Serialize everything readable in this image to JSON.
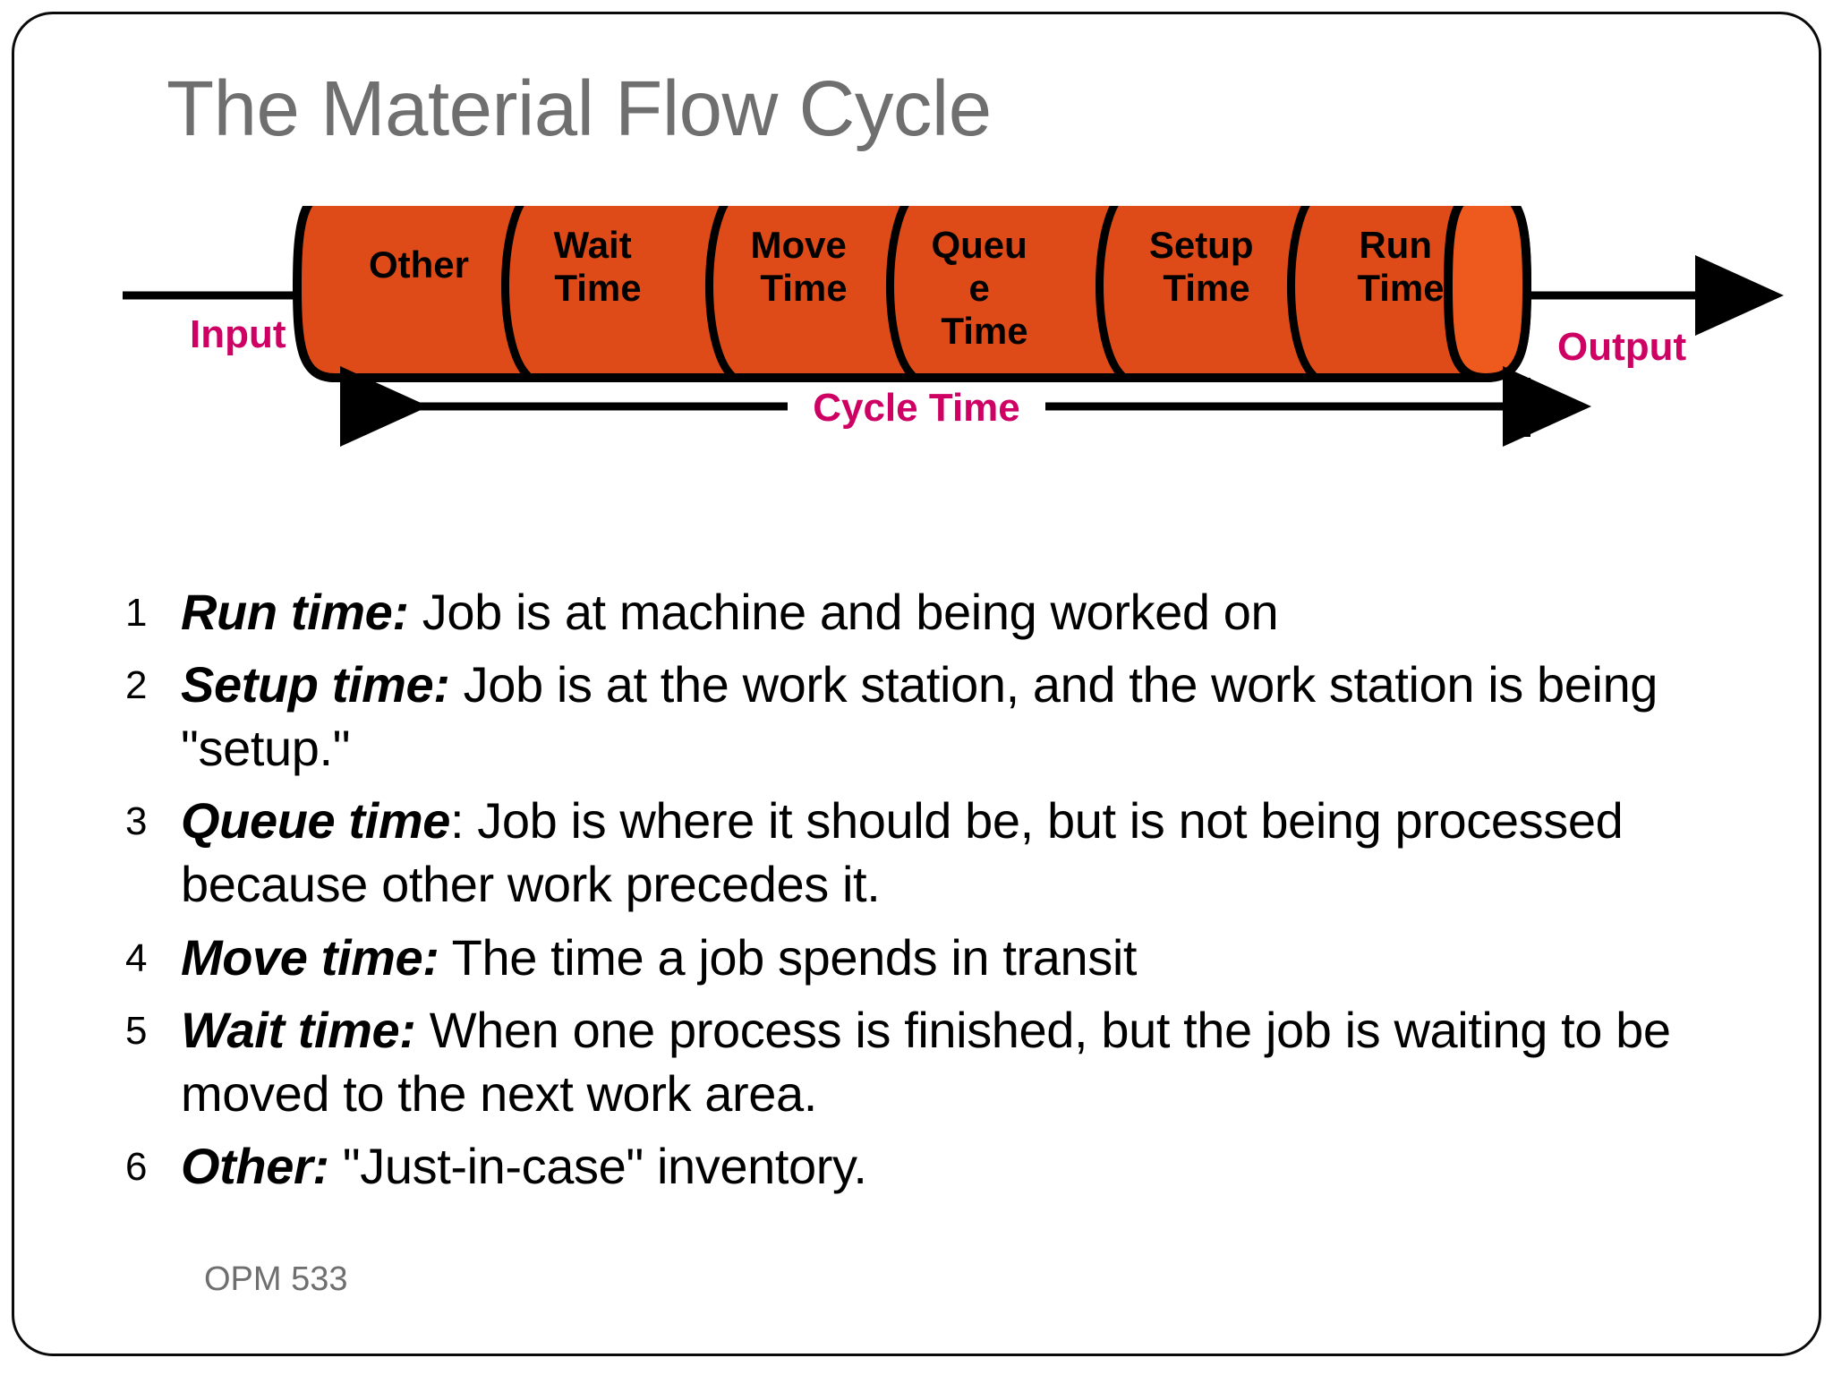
{
  "slide": {
    "title": "The Material Flow Cycle",
    "footer": "OPM 533"
  },
  "colors": {
    "title_gray": "#6f6f6f",
    "cylinder_orange": "#DE4B18",
    "cylinder_cap_orange": "#EE5A1E",
    "outline_black": "#000000",
    "magenta_accent": "#CE0064",
    "footer_gray": "#6f6f6f"
  },
  "diagram": {
    "input_label": "Input",
    "output_label": "Output",
    "cycle_label": "Cycle Time",
    "segments": [
      {
        "id": "other",
        "lines": [
          "Other"
        ]
      },
      {
        "id": "wait",
        "lines": [
          "Wait",
          "Time"
        ]
      },
      {
        "id": "move",
        "lines": [
          "Move",
          "Time"
        ]
      },
      {
        "id": "queue",
        "lines": [
          "Queu",
          "e",
          "Time"
        ]
      },
      {
        "id": "setup",
        "lines": [
          "Setup",
          "Time"
        ]
      },
      {
        "id": "run",
        "lines": [
          "Run",
          "Time"
        ]
      }
    ]
  },
  "list": {
    "items": [
      {
        "number": "1",
        "term": "Run time:",
        "desc": " Job is at machine and being worked on"
      },
      {
        "number": "2",
        "term": "Setup time:",
        "desc": " Job is at the work station, and the work station is being \"setup.\""
      },
      {
        "number": "3",
        "term": "Queue time",
        "desc": ": Job is where it should be, but is not being processed because other work precedes it."
      },
      {
        "number": "4",
        "term": "Move time:",
        "desc": " The time a job spends in transit"
      },
      {
        "number": "5",
        "term": "Wait time:",
        "desc": " When one process is finished, but the job is waiting to be moved to the next work area."
      },
      {
        "number": "6",
        "term": "Other:",
        "desc": " \"Just-in-case\" inventory."
      }
    ]
  }
}
